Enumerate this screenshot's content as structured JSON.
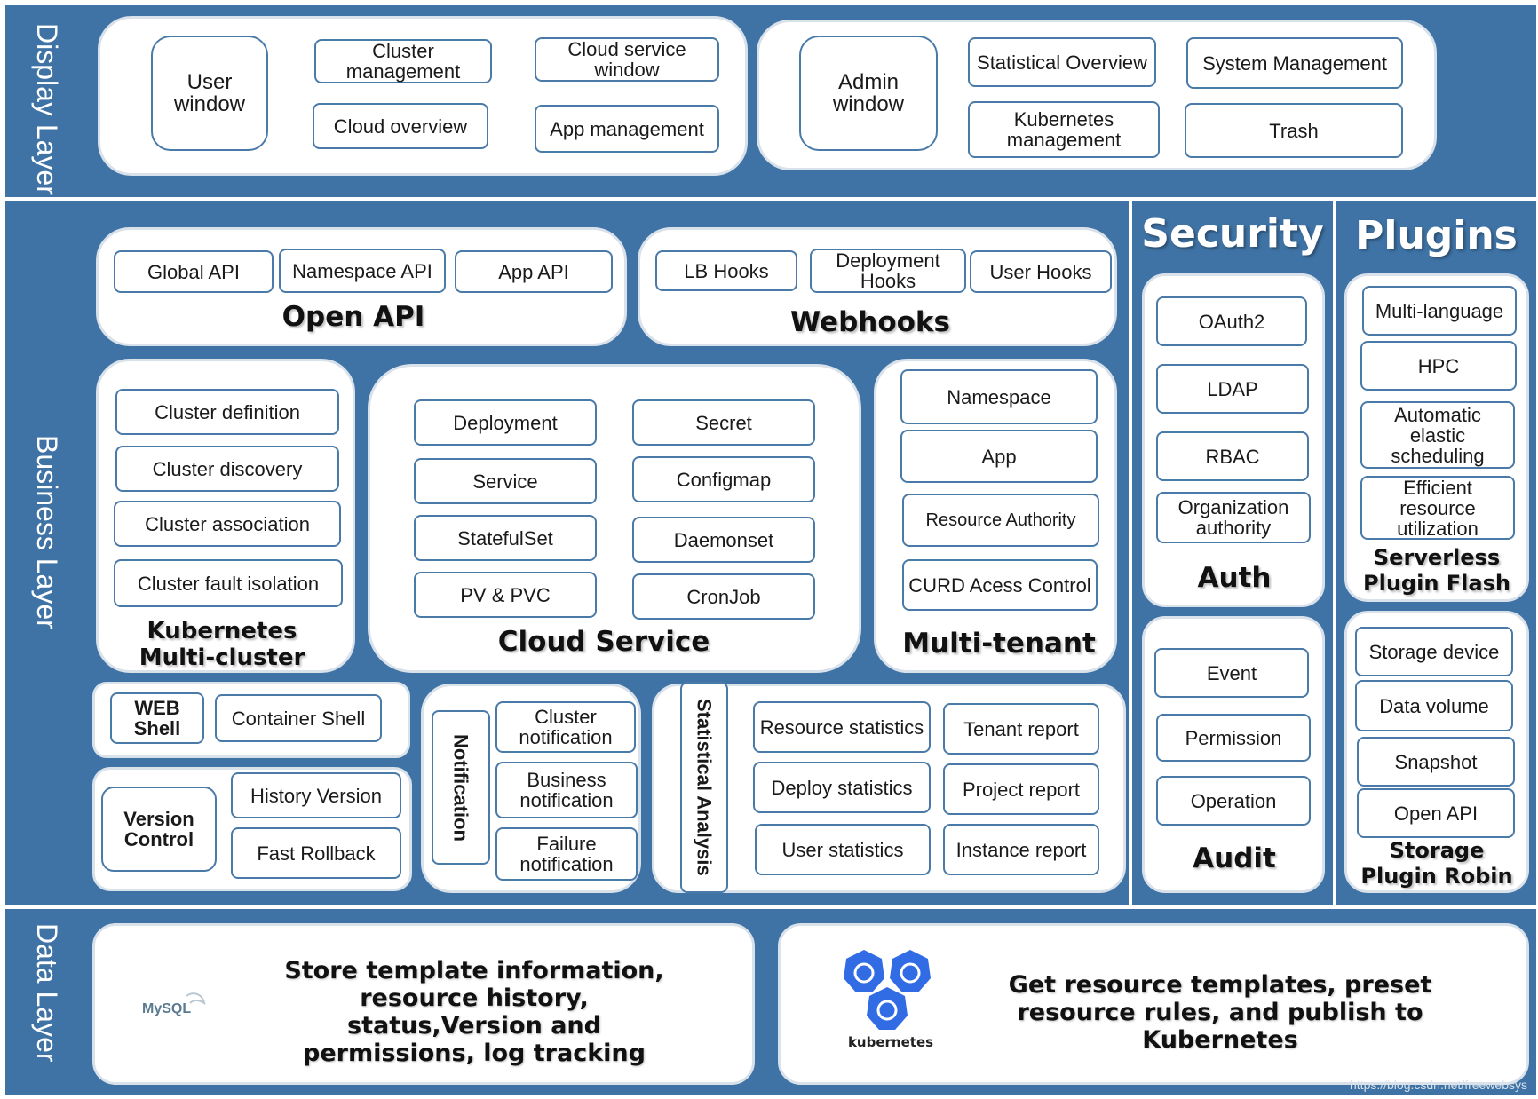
{
  "layers": {
    "display": "Display Layer",
    "business": "Business Layer",
    "data": "Data Layer"
  },
  "display": {
    "user_window": "User window",
    "cluster_management": "Cluster management",
    "cloud_service_window": "Cloud service window",
    "cloud_overview": "Cloud overview",
    "app_management": "App management",
    "admin_window": "Admin window",
    "statistical_overview": "Statistical Overview",
    "system_management": "System Management",
    "kubernetes_management": "Kubernetes management",
    "trash": "Trash"
  },
  "open_api": {
    "title": "Open API",
    "items": [
      "Global API",
      "Namespace API",
      "App API"
    ]
  },
  "webhooks": {
    "title": "Webhooks",
    "items": [
      "LB Hooks",
      "Deployment Hooks",
      "User Hooks"
    ]
  },
  "multicluster": {
    "title": "Kubernetes Multi-cluster",
    "items": [
      "Cluster definition",
      "Cluster discovery",
      "Cluster association",
      "Cluster fault isolation"
    ]
  },
  "cloud_service": {
    "title": "Cloud Service",
    "items": [
      "Deployment",
      "Secret",
      "Service",
      "Configmap",
      "StatefulSet",
      "Daemonset",
      "PV & PVC",
      "CronJob"
    ]
  },
  "multitenant": {
    "title": "Multi-tenant",
    "items": [
      "Namespace",
      "App",
      "Resource Authority",
      "CURD Acess Control"
    ]
  },
  "shell": {
    "web": "WEB Shell",
    "container": "Container Shell"
  },
  "version": {
    "label": "Version Control",
    "history": "History Version",
    "rollback": "Fast Rollback"
  },
  "notification": {
    "label": "Notification",
    "items": [
      "Cluster notification",
      "Business notification",
      "Failure notification"
    ]
  },
  "statistical": {
    "label": "Statistical Analysis",
    "items": [
      "Resource statistics",
      "Tenant report",
      "Deploy statistics",
      "Project report",
      "User statistics",
      "Instance report"
    ]
  },
  "security": {
    "header": "Security",
    "auth_title": "Auth",
    "auth_items": [
      "OAuth2",
      "LDAP",
      "RBAC",
      "Organization authority"
    ],
    "audit_title": "Audit",
    "audit_items": [
      "Event",
      "Permission",
      "Operation"
    ]
  },
  "plugins": {
    "header": "Plugins",
    "flash_title": "Serverless Plugin Flash",
    "flash_items": [
      "Multi-language",
      "HPC",
      "Automatic elastic scheduling",
      "Efficient resource utilization"
    ],
    "robin_title": "Storage Plugin Robin",
    "robin_items": [
      "Storage device",
      "Data volume",
      "Snapshot",
      "Open API"
    ]
  },
  "data_layer": {
    "left_text": "Store template information, resource history, status,Version and permissions, log tracking",
    "right_text": "Get resource templates, preset resource rules, and publish to Kubernetes",
    "mysql_logo": "MySQL",
    "k8s_logo": "kubernetes"
  },
  "watermark": "https://blog.csdn.net/freewebsys",
  "colors": {
    "layer_blue": "#3f73a5",
    "box_border": "#4a7aa8",
    "k8s_blue": "#326ce5"
  }
}
